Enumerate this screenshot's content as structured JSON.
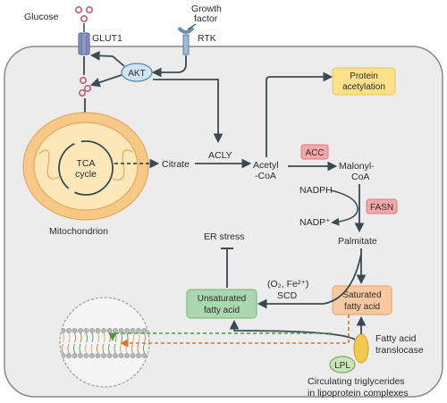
{
  "labels": {
    "glucose": "Glucose",
    "glut1": "GLUT1",
    "growth_factor_line1": "Growth",
    "growth_factor_line2": "factor",
    "rtk": "RTK",
    "akt": "AKT",
    "tca_line1": "TCA",
    "tca_line2": "cycle",
    "mitochondrion": "Mitochondrion",
    "citrate": "Citrate",
    "acly": "ACLY",
    "acetyl_line1": "Acetyl",
    "acetyl_line2": "-CoA",
    "acc": "ACC",
    "malonyl_line1": "Malonyl-",
    "malonyl_line2": "CoA",
    "protein_acetylation_line1": "Protein",
    "protein_acetylation_line2": "acetylation",
    "nadph": "NADPH",
    "nadp": "NADP⁺",
    "fasn": "FASN",
    "palmitate": "Palmitate",
    "er_stress": "ER stress",
    "o2_fe": "(O₂, Fe²⁺)",
    "scd": "SCD",
    "unsaturated_line1": "Unsaturated",
    "unsaturated_line2": "fatty acid",
    "saturated_line1": "Saturated",
    "saturated_line2": "fatty acid",
    "fatty_acid_translocase_line1": "Fatty acid",
    "fatty_acid_translocase_line2": "translocase",
    "lpl": "LPL",
    "circulating_line1": "Circulating triglycerides",
    "circulating_line2": "in lipoprotein complexes"
  },
  "colors": {
    "cell_fill": "#ececec",
    "cell_stroke": "#8a8a8a",
    "arrow": "#3a4a55",
    "enzyme_red": "#f4a7a9",
    "protein_acetylation": "#fde08a",
    "unsaturated_fill": "#a9d8ae",
    "saturated_fill": "#f8c9a0",
    "akt_fill": "#cfe4f5",
    "lpl_fill": "#c9e6b8",
    "mito_outer": "#f6c987",
    "mito_inner": "#fbe7b8",
    "glucose_dot": "#c0506a",
    "dashed_orange": "#d9772a",
    "dashed_green": "#4a9a4a"
  }
}
